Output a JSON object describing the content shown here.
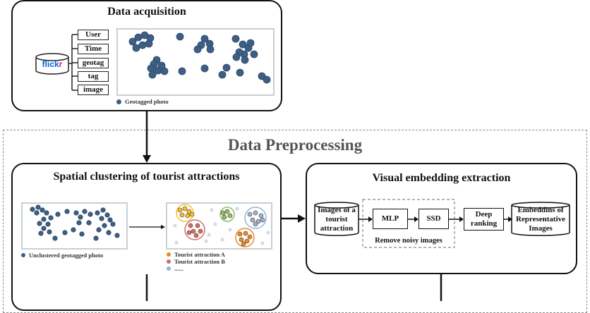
{
  "acquisition": {
    "title": "Data acquisition",
    "source_logo": "flickr",
    "fields": [
      "User",
      "Time",
      "geotag",
      "tag",
      "image"
    ],
    "legend": "Geotagged photo"
  },
  "preprocessing": {
    "title": "Data Preprocessing"
  },
  "spatial": {
    "title": "Spatial clustering of tourist attractions",
    "legend_unclustered": "Unclustered geotagged photo",
    "legend_items": [
      "Tourist attraction A",
      "Tourist attraction B",
      "......"
    ]
  },
  "visual": {
    "title": "Visual embedding extraction",
    "input_label": "Images of a tourist attraction",
    "mlp_label": "MLP",
    "ssd_label": "SSD",
    "group_label": "Remove noisy images",
    "ranking_label": "Deep ranking",
    "output_label": "Embeddins of Representative Images"
  },
  "colors": {
    "photo_dot": "#3e5f84",
    "attraction_a": "#e8892a",
    "attraction_b": "#d46a6a",
    "attraction_c": "#8fb4e0",
    "attraction_green": "#8bbf6a",
    "attraction_yellow": "#f2c230",
    "flickr_blue": "#0063dc",
    "flickr_pink": "#ff0084"
  }
}
